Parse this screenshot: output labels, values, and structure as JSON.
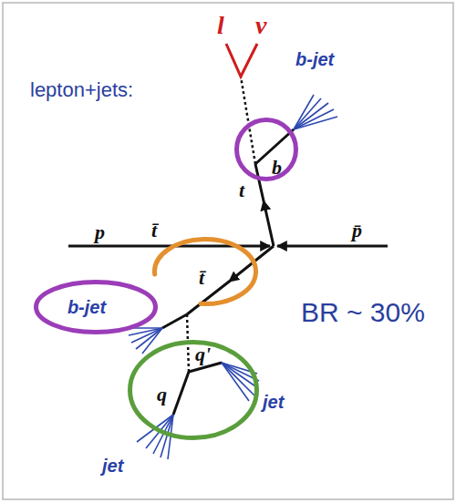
{
  "diagram": {
    "nodes": [
      {
        "text": [
          "b"
        ]
      },
      {
        "text": [
          "t̄"
        ]
      },
      {
        "text": [
          "b-jet"
        ]
      },
      {
        "text": [
          "q",
          "q'"
        ]
      }
    ],
    "labels": [
      "l",
      "ν",
      "b-jet",
      "lepton+jets:",
      "t",
      "p",
      "p̄",
      "t̄",
      "BR ~ 30%",
      "jet",
      "jet"
    ]
  }
}
